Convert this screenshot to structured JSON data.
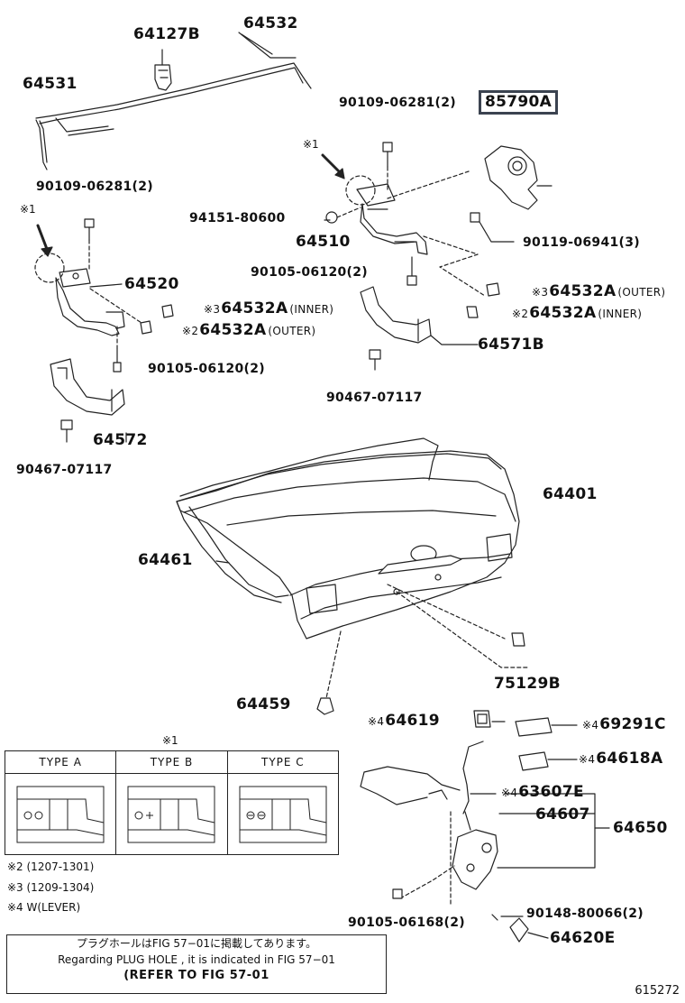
{
  "labels": {
    "p64127B": "64127B",
    "p64532": "64532",
    "p64531": "64531",
    "p90109_06281_top": "90109-06281(2)",
    "p85790A": "85790A",
    "mark1_right": "※1",
    "p90109_06281_left": "90109-06281(2)",
    "mark1_left": "※1",
    "p94151_80600": "94151-80600",
    "p64510": "64510",
    "p90119_06941": "90119-06941(3)",
    "p90105_06120_mid": "90105-06120(2)",
    "p64520": "64520",
    "p64532A_inner_left": {
      "mark": "※3",
      "num": "64532A",
      "qual": "(INNER)"
    },
    "p64532A_outer_left": {
      "mark": "※2",
      "num": "64532A",
      "qual": "(OUTER)"
    },
    "p64532A_outer_right": {
      "mark": "※3",
      "num": "64532A",
      "qual": "(OUTER)"
    },
    "p64532A_inner_right": {
      "mark": "※2",
      "num": "64532A",
      "qual": "(INNER)"
    },
    "p64571B": "64571B",
    "p90105_06120_left": "90105-06120(2)",
    "p90467_07117_mid": "90467-07117",
    "p64572": "64572",
    "p90467_07117_left": "90467-07117",
    "p64401": "64401",
    "p64461": "64461",
    "p75129B": "75129B",
    "p64459": "64459",
    "p64619": {
      "mark": "※4",
      "num": "64619"
    },
    "p69291C": {
      "mark": "※4",
      "num": "69291C"
    },
    "p64618A": {
      "mark": "※4",
      "num": "64618A"
    },
    "p63607E": {
      "mark": "※4",
      "num": "63607E"
    },
    "p64607": "64607",
    "p64650": "64650",
    "p90105_06168": "90105-06168(2)",
    "p90148_80066": "90148-80066(2)",
    "p64620E": "64620E"
  },
  "type_table": {
    "caption": "※1",
    "headers": [
      "TYPE  A",
      "TYPE  B",
      "TYPE  C"
    ]
  },
  "notes": [
    "※2 (1207-1301)",
    "※3 (1209-1304)",
    "※4 W(LEVER)"
  ],
  "reference": {
    "line_jp": "プラグホールはFIG 57−01に掲載してあります。",
    "line_en": "Regarding  PLUG  HOLE , it is indicated in FIG  57−01",
    "line_refer": "(REFER  TO  FIG 57-01"
  },
  "figure_number": "615272"
}
